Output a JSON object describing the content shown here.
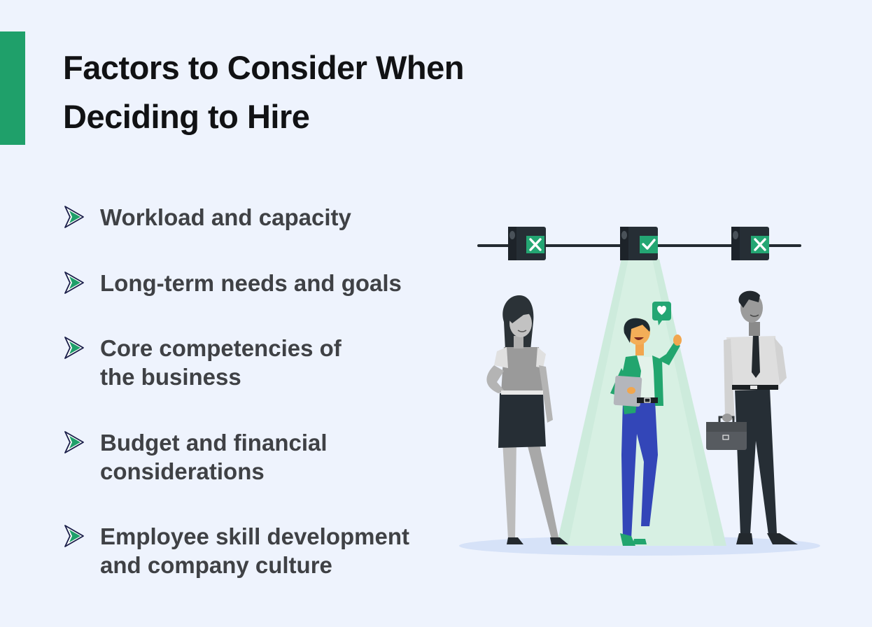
{
  "header": {
    "title_line1": "Factors to Consider When",
    "title_line2": "Deciding to Hire"
  },
  "factors": [
    {
      "line1": "Workload and capacity",
      "line2": ""
    },
    {
      "line1": "Long-term needs and goals",
      "line2": ""
    },
    {
      "line1": "Core competencies of",
      "line2": "the business"
    },
    {
      "line1": "Budget and financial",
      "line2": "considerations"
    },
    {
      "line1": "Employee skill development",
      "line2": "and company culture"
    }
  ],
  "bullet_icon": "green-arrow-chevron-icon",
  "illustration": {
    "cameras": [
      {
        "status": "rejected",
        "icon": "x-mark-icon"
      },
      {
        "status": "selected",
        "icon": "check-mark-icon"
      },
      {
        "status": "rejected",
        "icon": "x-mark-icon"
      }
    ],
    "speech_bubble_icon": "heart-icon",
    "people": [
      "woman-left-grayscale",
      "woman-center-highlighted",
      "man-right-grayscale"
    ]
  },
  "colors": {
    "background": "#eef3fd",
    "accent_green": "#1fa06a",
    "title_text": "#111214",
    "body_text": "#3f4145",
    "spotlight": "#cdebdc",
    "pants_blue": "#3346b8"
  }
}
